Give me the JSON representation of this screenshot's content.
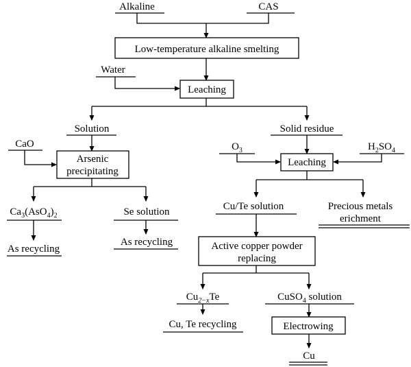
{
  "inputs": {
    "alkaline": "Alkaline",
    "cas": "CAS",
    "water": "Water",
    "cao": "CaO",
    "o3": "O",
    "o3_sub": "3",
    "h2so4_h": "H",
    "h2so4_2": "2",
    "h2so4_so": "SO",
    "h2so4_4": "4"
  },
  "steps": {
    "smelting": "Low-temperature alkaline smelting",
    "leaching1": "Leaching",
    "arsenic_line1": "Arsenic",
    "arsenic_line2": "precipitating",
    "leaching2": "Leaching",
    "replacing_line1": "Active copper powder",
    "replacing_line2": "replacing",
    "electrowing": "Electrowing"
  },
  "intermediates": {
    "solution": "Solution",
    "solid_residue": "Solid residue",
    "ca_a": "Ca",
    "ca_3": "3",
    "ca_b": "(AsO",
    "ca_4": "4",
    "ca_c": ")",
    "ca_2": "2",
    "se_solution": "Se solution",
    "cute_solution": "Cu/Te solution",
    "precious_line1": "Precious metals",
    "precious_line2": "erichment",
    "cu2xte_cu": "Cu",
    "cu2xte_sub": "2−x",
    "cu2xte_te": "Te",
    "cuso4_a": "CuSO",
    "cuso4_sub": "4",
    "cuso4_b": " solution"
  },
  "products": {
    "as_recycling_1": "As recycling",
    "as_recycling_2": "As recycling",
    "cu_te_recycling": "Cu, Te recycling",
    "cu": "Cu"
  }
}
